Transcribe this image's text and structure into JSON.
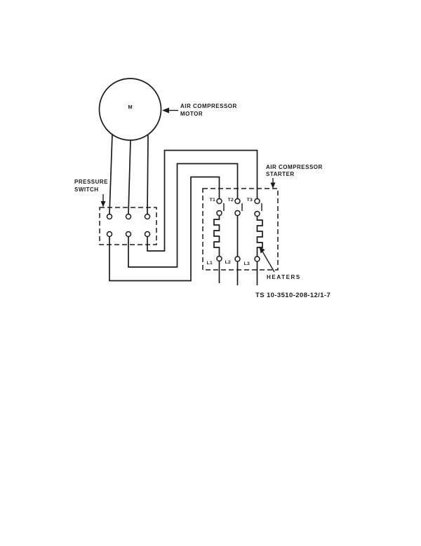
{
  "figure": {
    "motor": {
      "symbol": "M",
      "label_line1": "AIR COMPRESSOR",
      "label_line2": "MOTOR"
    },
    "pressure_switch": {
      "label_line1": "PRESSURE",
      "label_line2": "SWITCH"
    },
    "starter": {
      "label_line1": "AIR COMPRESSOR",
      "label_line2": "STARTER",
      "heaters_label": "HEATERS"
    },
    "terminals_top": [
      "T1",
      "T2",
      "T3"
    ],
    "terminals_bottom": [
      "L1",
      "L2",
      "L3"
    ],
    "figure_number": "TS 10-3510-208-12/1-7",
    "colors": {
      "ink": "#1a1a1a",
      "paper": "#ffffff"
    }
  }
}
